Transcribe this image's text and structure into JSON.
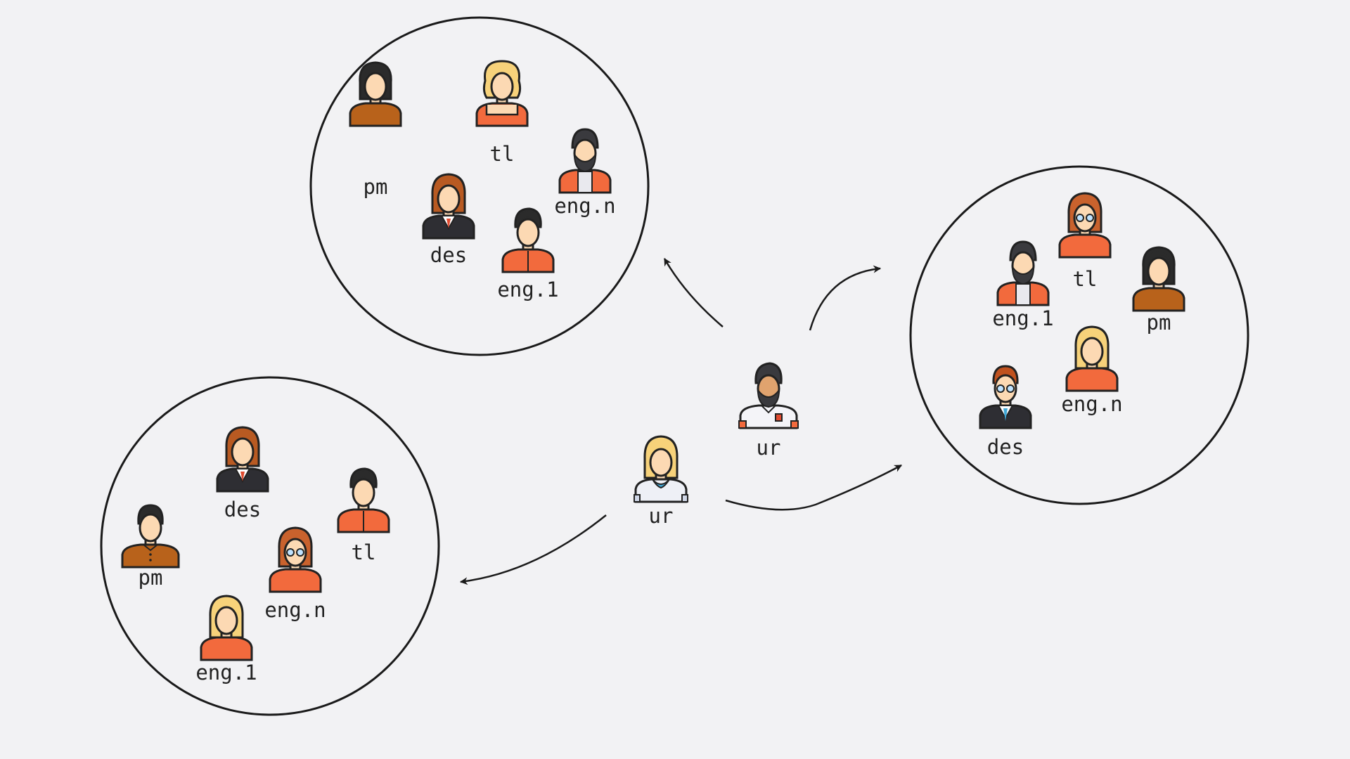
{
  "colors": {
    "background": "#f2f2f4",
    "stroke": "#1a1a1a",
    "skin": "#fcd9b3",
    "outline": "#222222"
  },
  "teams": [
    {
      "members": [
        {
          "label": "pm",
          "icon": "woman-dark-bob-icon"
        },
        {
          "label": "tl",
          "icon": "woman-blonde-curly-icon"
        },
        {
          "label": "des",
          "icon": "woman-brown-suit-icon"
        },
        {
          "label": "eng.n",
          "icon": "man-bearded-hoodie-icon"
        },
        {
          "label": "eng.1",
          "icon": "man-dark-hair-jacket-icon"
        }
      ]
    },
    {
      "members": [
        {
          "label": "eng.1",
          "icon": "man-bearded-hoodie-icon"
        },
        {
          "label": "tl",
          "icon": "woman-glasses-red-icon"
        },
        {
          "label": "pm",
          "icon": "woman-dark-bob-icon"
        },
        {
          "label": "eng.n",
          "icon": "woman-blonde-red-icon"
        },
        {
          "label": "des",
          "icon": "man-glasses-suit-icon"
        }
      ]
    },
    {
      "members": [
        {
          "label": "des",
          "icon": "woman-brown-suit-icon"
        },
        {
          "label": "tl",
          "icon": "man-dark-hair-jacket-icon"
        },
        {
          "label": "pm",
          "icon": "man-dark-shirt-icon"
        },
        {
          "label": "eng.n",
          "icon": "woman-glasses-red-icon"
        },
        {
          "label": "eng.1",
          "icon": "woman-blonde-red-icon"
        }
      ]
    }
  ],
  "researchers": [
    {
      "label": "ur",
      "icon": "man-bearded-researcher-icon"
    },
    {
      "label": "ur",
      "icon": "woman-blonde-researcher-icon"
    }
  ]
}
